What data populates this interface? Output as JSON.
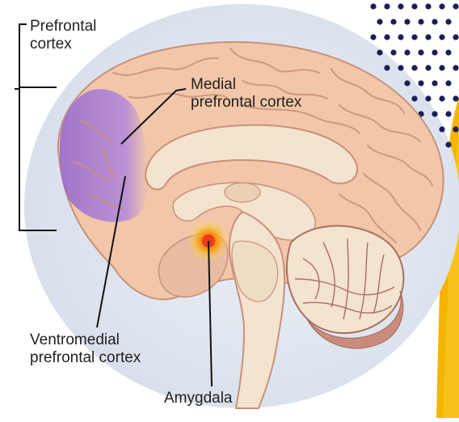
{
  "labels": {
    "prefrontal_line1": "Prefrontal",
    "prefrontal_line2": "cortex",
    "medial_line1": "Medial",
    "medial_line2": "prefrontal cortex",
    "ventromedial_line1": "Ventromedial",
    "ventromedial_line2": "prefrontal cortex",
    "amygdala": "Amygdala"
  },
  "colors": {
    "background_halo": "#dde4ee",
    "dot_navy": "#1b1e57",
    "accent_yellow": "#f4b400",
    "brain_tissue": "#f2c6a8",
    "brain_fold_line": "#c8917a",
    "prefrontal_highlight": "#a779cf",
    "inner_cream": "#f3e3cf",
    "cerebellum": "#c98c7c",
    "amygdala_glow": "#f05a1e",
    "leader_line": "#111111"
  }
}
